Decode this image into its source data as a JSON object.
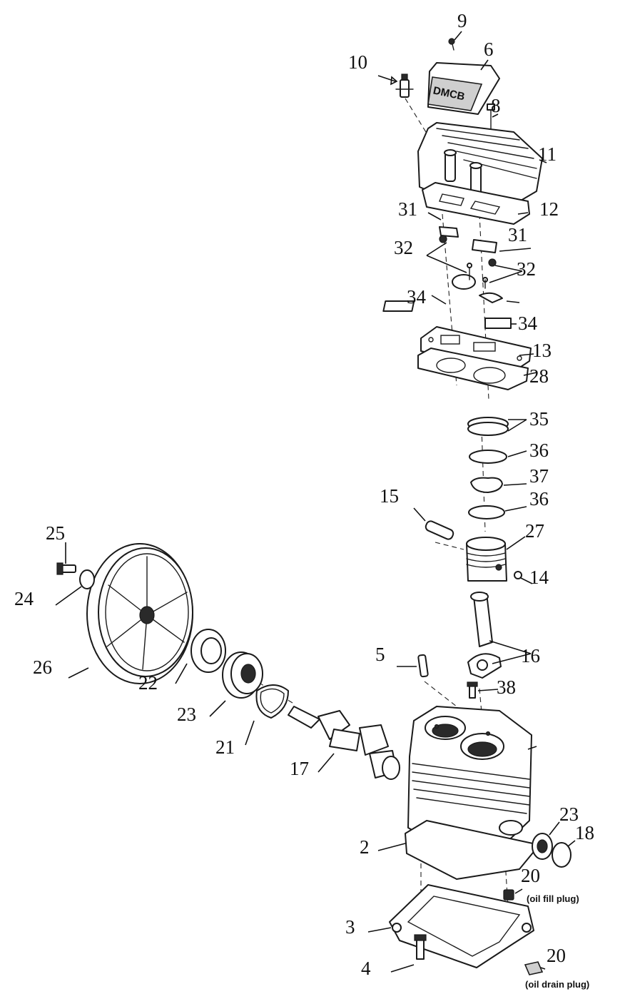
{
  "labels": [
    {
      "id": "9",
      "text": "9"
    },
    {
      "id": "6",
      "text": "6"
    },
    {
      "id": "10",
      "text": "10"
    },
    {
      "id": "8",
      "text": "8"
    },
    {
      "id": "11",
      "text": "11"
    },
    {
      "id": "31a",
      "text": "31"
    },
    {
      "id": "12",
      "text": "12"
    },
    {
      "id": "31b",
      "text": "31"
    },
    {
      "id": "32a",
      "text": "32"
    },
    {
      "id": "32b",
      "text": "32"
    },
    {
      "id": "34a",
      "text": "34"
    },
    {
      "id": "34b",
      "text": "34"
    },
    {
      "id": "13",
      "text": "13"
    },
    {
      "id": "28",
      "text": "28"
    },
    {
      "id": "35",
      "text": "35"
    },
    {
      "id": "36a",
      "text": "36"
    },
    {
      "id": "37",
      "text": "37"
    },
    {
      "id": "15",
      "text": "15"
    },
    {
      "id": "36b",
      "text": "36"
    },
    {
      "id": "27",
      "text": "27"
    },
    {
      "id": "14",
      "text": "14"
    },
    {
      "id": "25",
      "text": "25"
    },
    {
      "id": "24",
      "text": "24"
    },
    {
      "id": "26",
      "text": "26"
    },
    {
      "id": "22",
      "text": "22"
    },
    {
      "id": "5",
      "text": "5"
    },
    {
      "id": "16",
      "text": "16"
    },
    {
      "id": "38",
      "text": "38"
    },
    {
      "id": "23a",
      "text": "23"
    },
    {
      "id": "21",
      "text": "21"
    },
    {
      "id": "17",
      "text": "17"
    },
    {
      "id": "23b",
      "text": "23"
    },
    {
      "id": "18",
      "text": "18"
    },
    {
      "id": "2",
      "text": "2"
    },
    {
      "id": "20a",
      "text": "20"
    },
    {
      "id": "3",
      "text": "3"
    },
    {
      "id": "4",
      "text": "4"
    },
    {
      "id": "20b",
      "text": "20"
    }
  ],
  "notes": {
    "oil_fill": "(oil fill plug)",
    "oil_drain": "(oil drain plug)"
  }
}
